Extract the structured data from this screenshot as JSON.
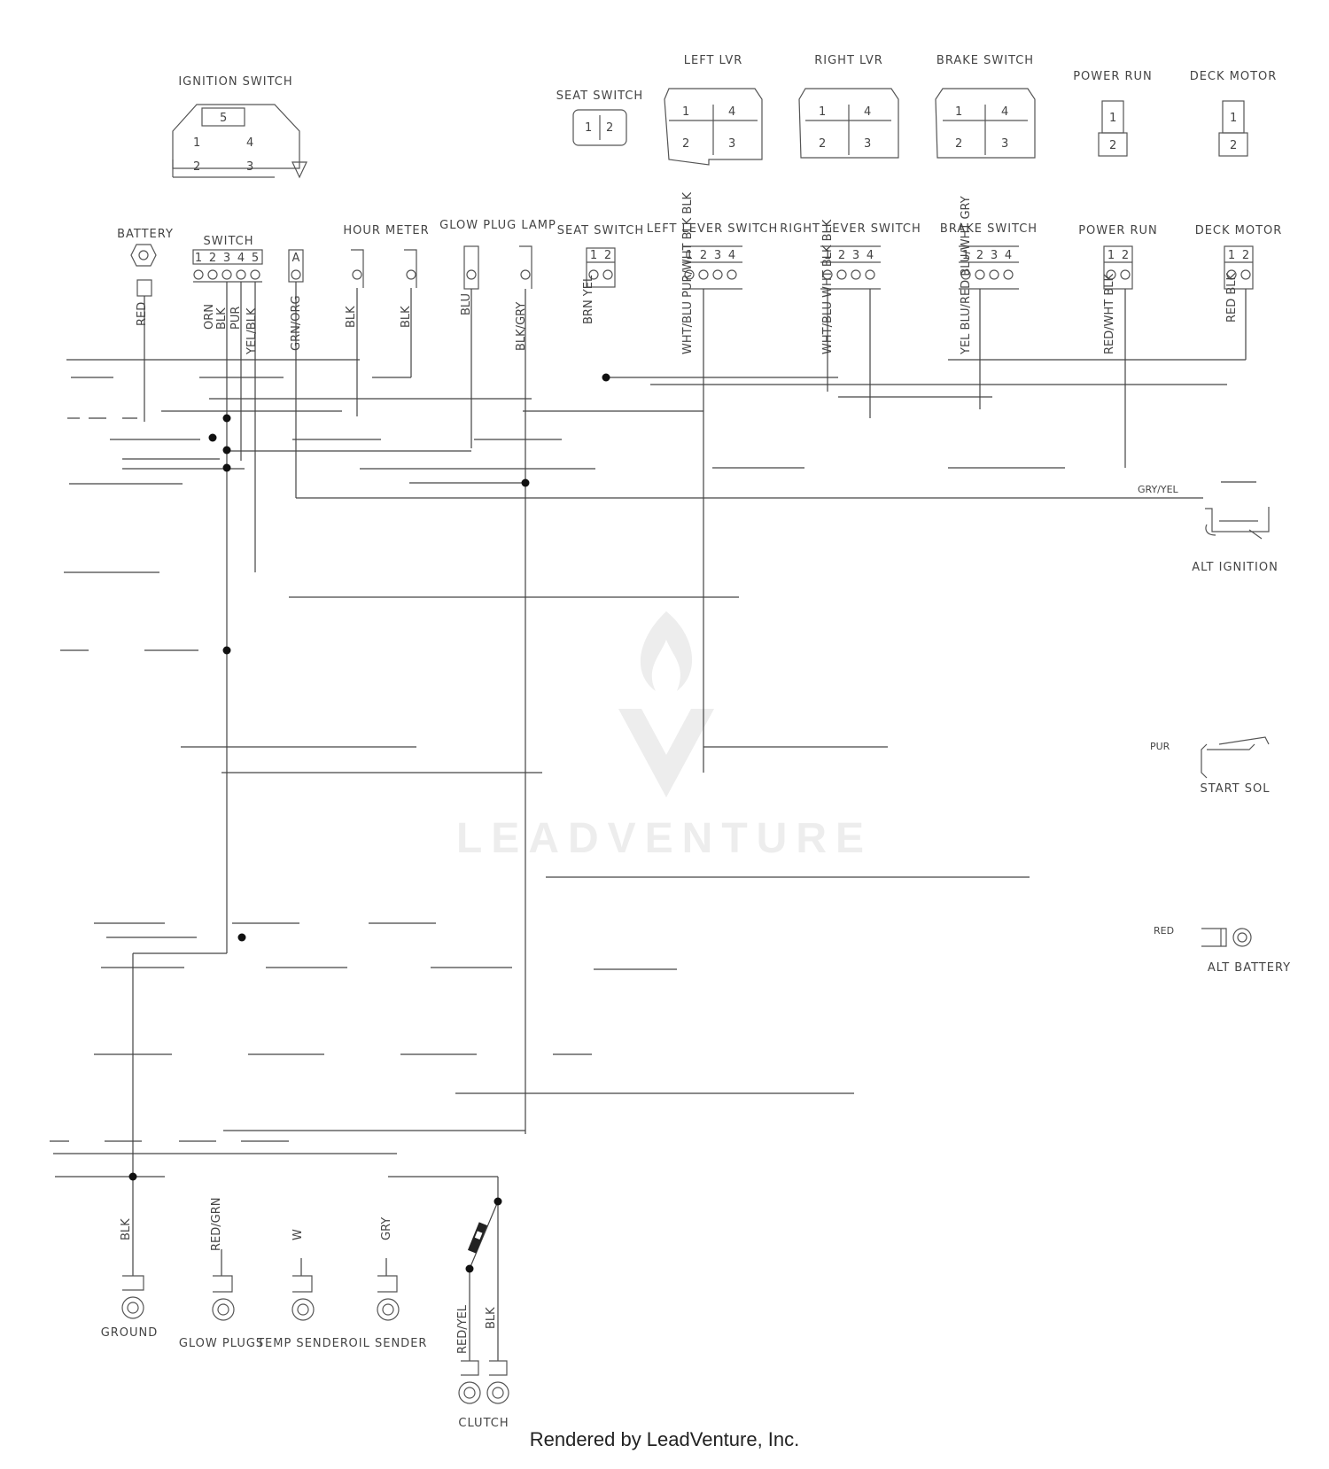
{
  "top_components": [
    {
      "label": "IGNITION SWITCH"
    },
    {
      "label": "SEAT SWITCH"
    },
    {
      "label": "LEFT LVR"
    },
    {
      "label": "RIGHT LVR"
    },
    {
      "label": "BRAKE SWITCH"
    },
    {
      "label": "POWER RUN"
    },
    {
      "label": "DECK MOTOR"
    }
  ],
  "connector_labels": {
    "battery": "BATTERY",
    "switch": "SWITCH",
    "hour_meter": "HOUR METER",
    "glow_plug_lamp": "GLOW PLUG LAMP",
    "seat_switch": "SEAT SWITCH",
    "left_lever_switch": "LEFT LEVER SWITCH",
    "right_lever_switch": "RIGHT LEVER SWITCH",
    "brake_switch": "BRAKE SWITCH",
    "power_run": "POWER RUN",
    "deck_motor": "DECK MOTOR"
  },
  "pin_numbers": {
    "ignition": [
      "5",
      "1",
      "4",
      "2",
      "3",
      "A"
    ],
    "switch": [
      "1",
      "2",
      "3",
      "4",
      "5"
    ],
    "two_pin": [
      "1",
      "2"
    ],
    "four_pin": [
      "1",
      "2",
      "3",
      "4"
    ]
  },
  "wire_colors": {
    "battery": "RED",
    "switch_1": "ORN",
    "switch_2": "BLK",
    "switch_3": "PUR",
    "switch_5": "YEL/BLK",
    "a": "GRN/ORG",
    "hour_1": "BLK",
    "hour_2": "BLK",
    "glow_1": "BLU",
    "glow_2": "BLK/GRY",
    "seat": "BRN YEL",
    "left_lever": "WHT/BLU PUR/WHT BLK BLK",
    "right_lever": "WHT/BLU WHT BLK BLK",
    "brake": "YEL BLU/RED BLU/WHT GRY",
    "power_run": "RED/WHT BLK",
    "deck_motor": "RED BLK",
    "gry_yel": "GRY/YEL",
    "pur": "PUR",
    "red": "RED"
  },
  "right_components": {
    "alt_ignition": "ALT IGNITION",
    "start_sol": "START SOL",
    "alt_battery": "ALT BATTERY"
  },
  "bottom_components": [
    {
      "wire": "BLK",
      "label": "GROUND"
    },
    {
      "wire": "RED/GRN",
      "label": "GLOW PLUGS"
    },
    {
      "wire": "W",
      "label": "TEMP SENDER"
    },
    {
      "wire": "GRY",
      "label": "OIL SENDER"
    }
  ],
  "clutch": {
    "label": "CLUTCH",
    "wire_1": "RED/YEL",
    "wire_2": "BLK"
  },
  "watermark": "LEADVENTURE",
  "footer": "Rendered by LeadVenture, Inc."
}
